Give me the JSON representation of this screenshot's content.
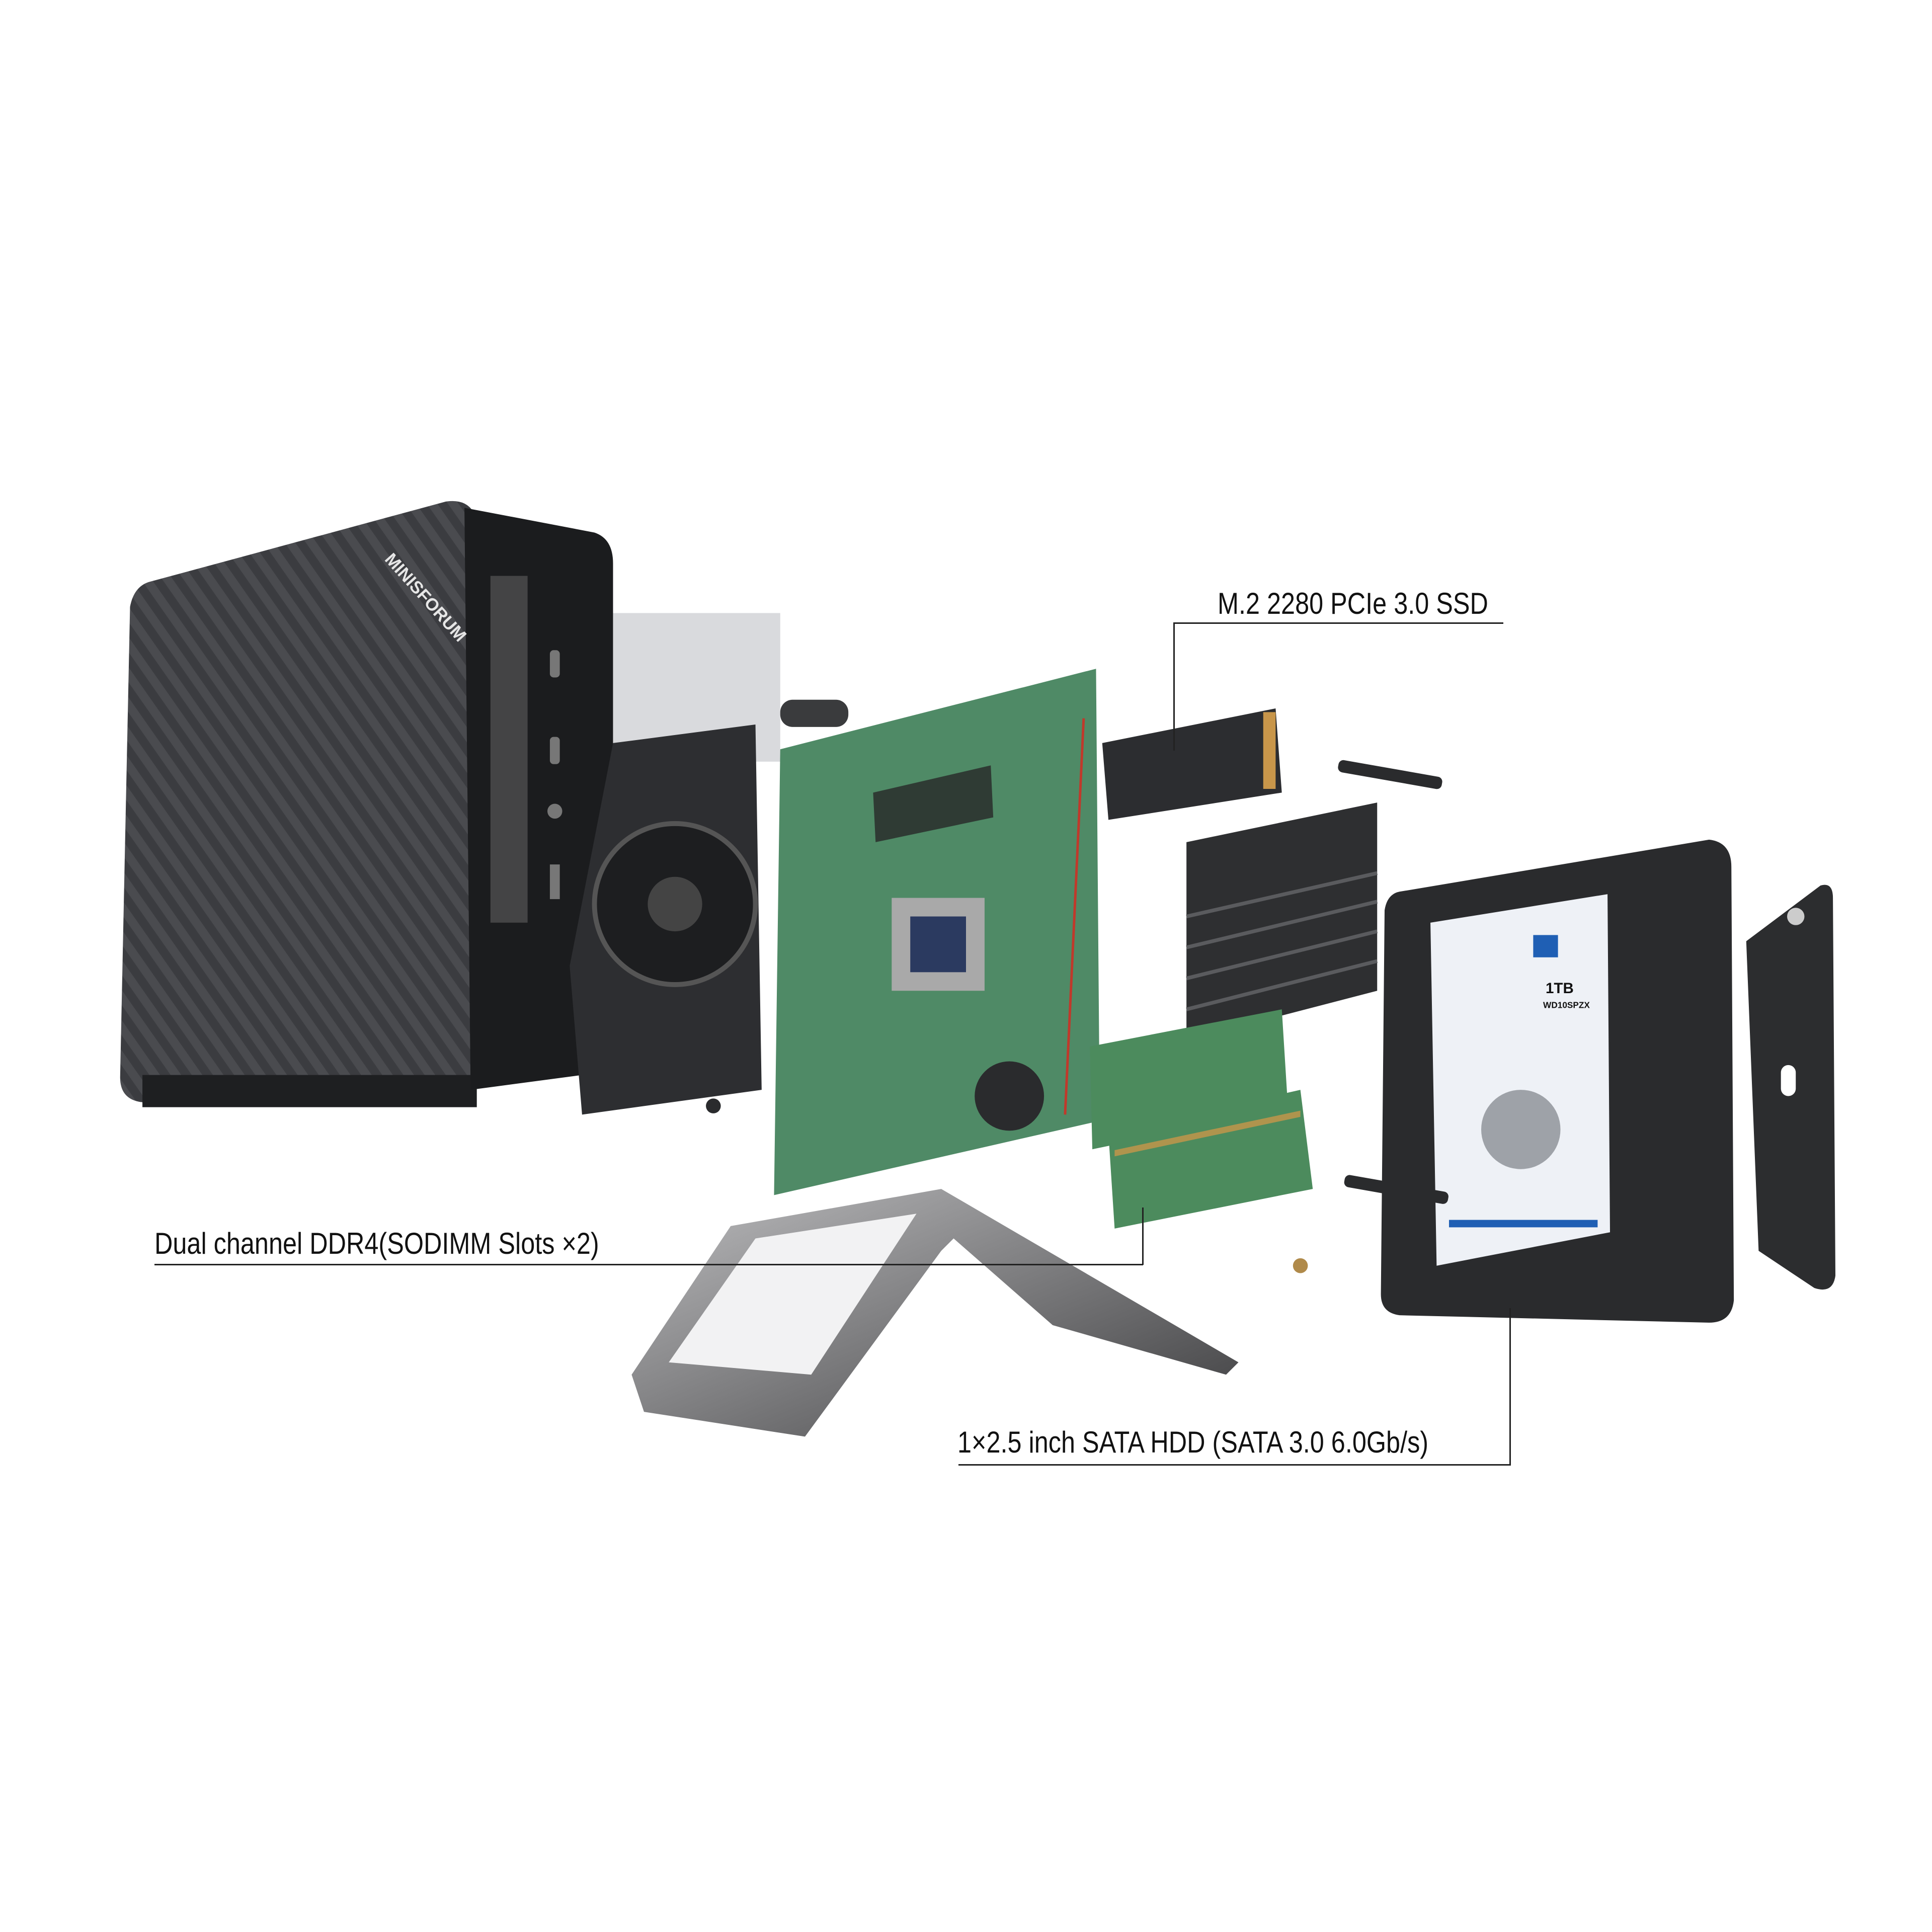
{
  "callouts": {
    "ssd": "M.2 2280 PCIe 3.0 SSD",
    "ram": "Dual channel DDR4(SODIMM Slots ×2)",
    "hdd": "1×2.5 inch SATA HDD (SATA 3.0 6.0Gb/s)"
  },
  "product": {
    "brand_logo": "MINISFORUM",
    "hdd_label": "1TB",
    "hdd_model": "WD10SPZX"
  },
  "colors": {
    "chassis": "#3a3b3e",
    "pcb": "#4f8a66",
    "heatsink": "#2e2f31",
    "bracket": "#2a2b2d",
    "hdd_label": "#eef1f6",
    "wd_blue": "#1f5fb4",
    "leader_line": "#222222"
  }
}
